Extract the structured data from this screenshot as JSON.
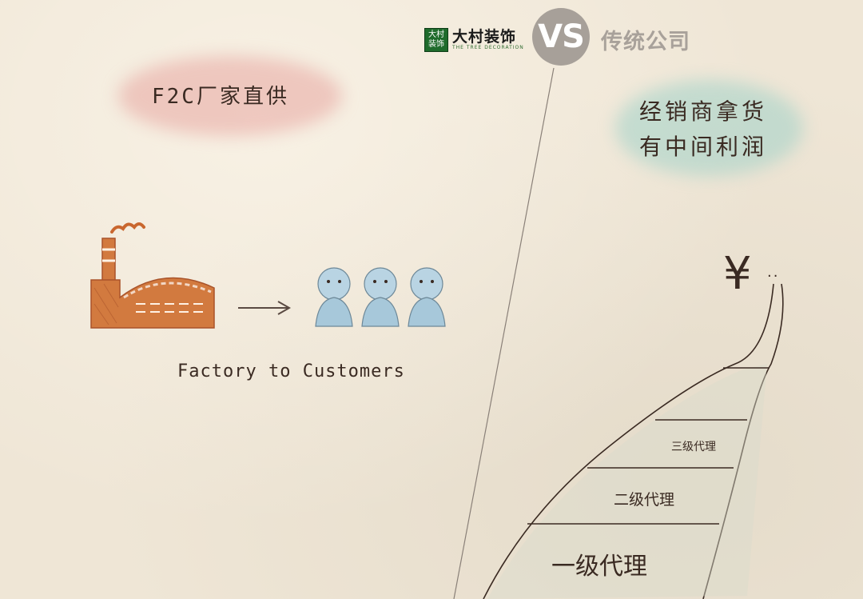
{
  "header": {
    "brand_logo_line1": "大村",
    "brand_logo_line2": "装饰",
    "brand_name": "大村装饰",
    "brand_subtitle": "THE TREE DECORATION",
    "vs_text": "VS",
    "traditional_label": "传统公司"
  },
  "left": {
    "title": "F2C厂家直供",
    "caption": "Factory to Customers"
  },
  "right": {
    "middleman_lines": [
      "经销商拿货",
      "有中间利润"
    ],
    "currency_symbol": "¥",
    "trailing_dots": "..",
    "levels": {
      "level1": "一级代理",
      "level2": "二级代理",
      "level3": "三级代理"
    }
  },
  "colors": {
    "background": "#efe6d6",
    "factory_orange": "#c9672f",
    "person_blue": "#9fc7dd",
    "highlight_pink": "#e8a5a0",
    "highlight_teal": "#a0d2c8",
    "vs_gray": "#a7a099",
    "brand_green": "#1f6b2c"
  }
}
